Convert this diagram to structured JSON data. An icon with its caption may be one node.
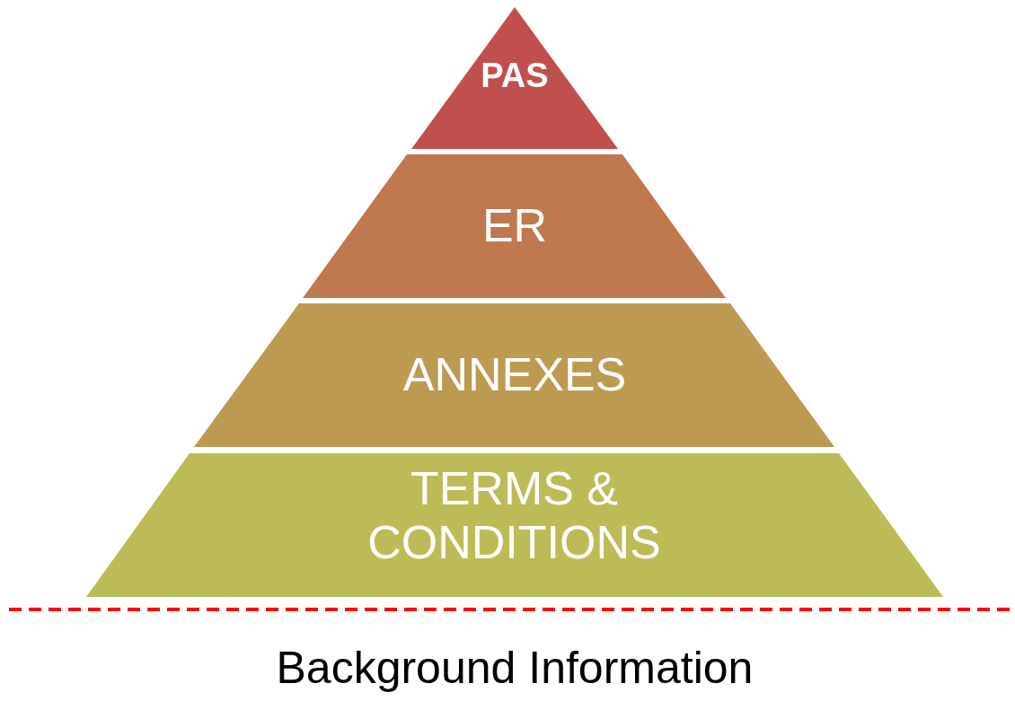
{
  "diagram": {
    "nodes": [
      {
        "text": [
          "PAS"
        ]
      },
      {
        "text": [
          "ER"
        ]
      },
      {
        "text": [
          "ANNEXES"
        ]
      },
      {
        "text": [
          "TERMS & CONDITIONS"
        ]
      }
    ],
    "labels": [
      "Background Information"
    ]
  }
}
